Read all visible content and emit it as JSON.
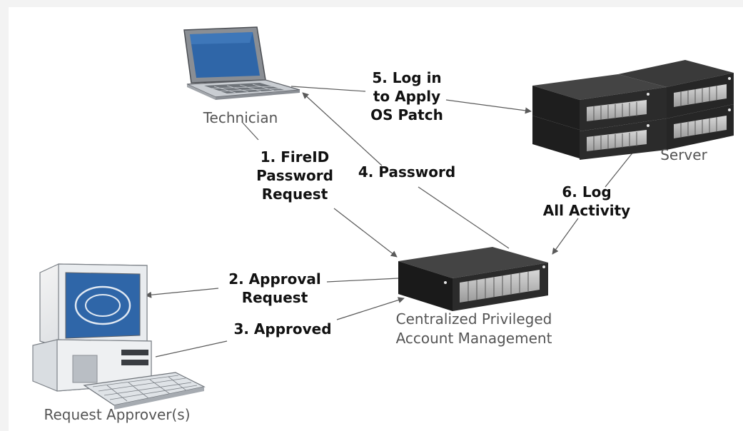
{
  "nodes": {
    "technician": {
      "label": "Technician"
    },
    "server": {
      "label": "Server"
    },
    "central": {
      "label_line1": "Centralized Privileged",
      "label_line2": "Account Management"
    },
    "approver": {
      "label": "Request Approver(s)"
    }
  },
  "flows": {
    "step1": {
      "lines": [
        "1. FireID",
        "Password",
        "Request"
      ]
    },
    "step2": {
      "lines": [
        "2. Approval",
        "Request"
      ]
    },
    "step3": {
      "lines": [
        "3. Approved"
      ]
    },
    "step4": {
      "lines": [
        "4. Password"
      ]
    },
    "step5": {
      "lines": [
        "5. Log in",
        "to Apply",
        "OS Patch"
      ]
    },
    "step6": {
      "lines": [
        "6. Log",
        "All Activity"
      ]
    }
  },
  "colors": {
    "arrow": "#5a5a5a",
    "rack_face": "#2b2b2b",
    "screen": "#2f66a8",
    "label": "#555555"
  },
  "icons": [
    "laptop-icon",
    "server-rack-icon",
    "central-server-icon",
    "desktop-computer-icon"
  ]
}
